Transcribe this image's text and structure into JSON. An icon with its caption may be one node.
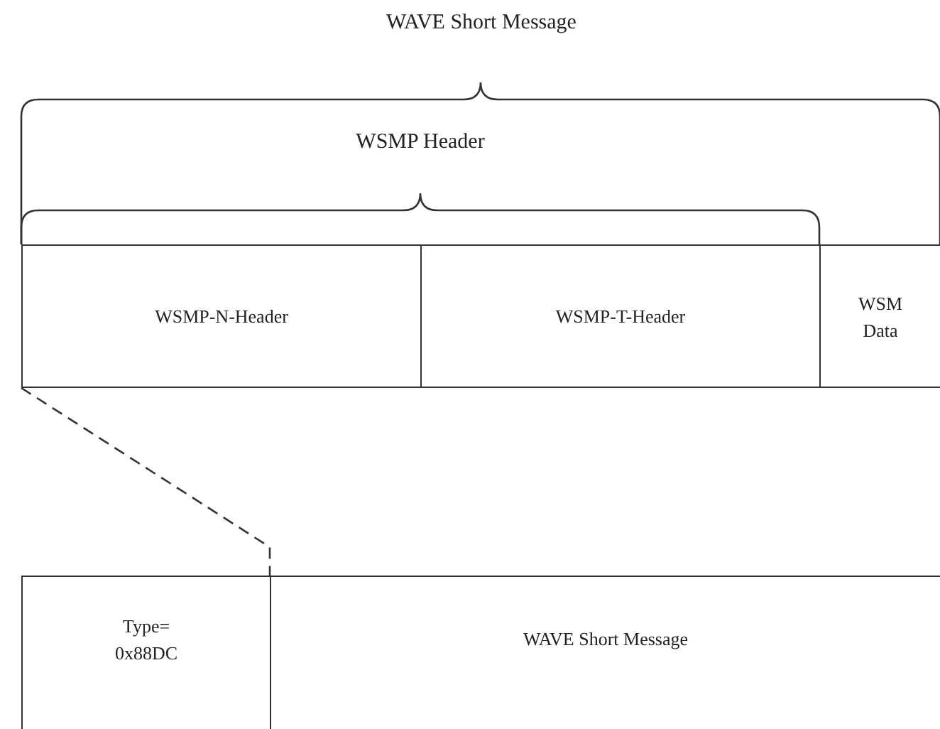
{
  "diagram": {
    "nodes": [
      {
        "text": [
          "WSMP-N-Header"
        ]
      },
      {
        "text": [
          "WSMP-T-Header"
        ]
      },
      {
        "text": [
          "WSM Data"
        ]
      },
      {
        "text": [
          "Type= 0x88DC"
        ]
      },
      {
        "text": [
          "WAVE Short Message"
        ]
      }
    ],
    "edges": [
      {
        "from": 0,
        "to": 3,
        "arrow": "none",
        "style": "dashed"
      }
    ],
    "labels": [
      "WAVE Short Message",
      "WSMP Header"
    ]
  }
}
